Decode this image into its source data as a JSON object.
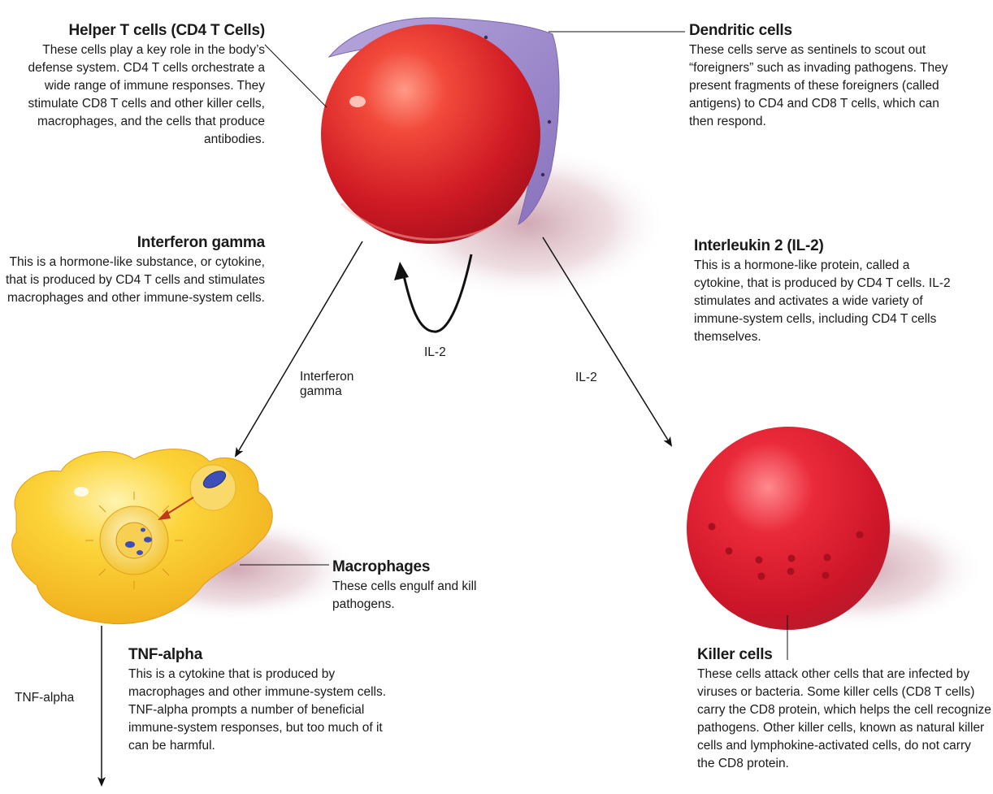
{
  "helper_t": {
    "title": "Helper T cells (CD4 T Cells)",
    "body": "These cells play a key role in the body’s defense system. CD4 T cells orchestrate a wide range of immune responses. They stimulate CD8 T cells and other killer cells, macrophages, and the cells that produce antibodies."
  },
  "dendritic": {
    "title": "Dendritic cells",
    "body": "These cells serve as sentinels to scout out “foreigners” such as invading pathogens. They present fragments of these foreigners (called antigens) to CD4 and CD8 T cells, which can then respond."
  },
  "interferon": {
    "title": "Interferon gamma",
    "body": "This is a hormone-like substance, or cytokine, that is produced by CD4 T cells and stimulates macrophages and other immune-system cells."
  },
  "interleukin": {
    "title": "Interleukin 2 (IL-2)",
    "body": "This is a hormone-like protein, called a cytokine, that is produced by CD4 T cells. IL-2 stimulates and activates a wide variety of immune-system cells, including CD4 T cells themselves."
  },
  "macrophages": {
    "title": "Macrophages",
    "body": "These cells engulf and kill pathogens."
  },
  "tnf": {
    "title": "TNF-alpha",
    "body": "This is a cytokine that is produced by macrophages and other immune-system cells. TNF-alpha prompts a number of beneficial immune-system responses, but too much of it can be harmful."
  },
  "killer": {
    "title": "Killer cells",
    "body": "These cells attack other cells that are infected by viruses or bacteria. Some killer cells (CD8 T cells) carry the CD8 protein, which helps the cell recognize pathogens. Other killer cells, known as natural killer cells and lymphokine-activated cells, do not carry the CD8 protein."
  },
  "arrows": {
    "il2_loop": "IL-2",
    "il2_right": "IL-2",
    "interferon_line1": "Interferon",
    "interferon_line2": "gamma",
    "tnf": "TNF-alpha"
  },
  "colors": {
    "t_cell": "#d9202a",
    "dendritic": "#9a86c8",
    "macrophage": "#f5c21b",
    "killer_cell": "#d81f32",
    "shadow": "#c9a3ad"
  }
}
